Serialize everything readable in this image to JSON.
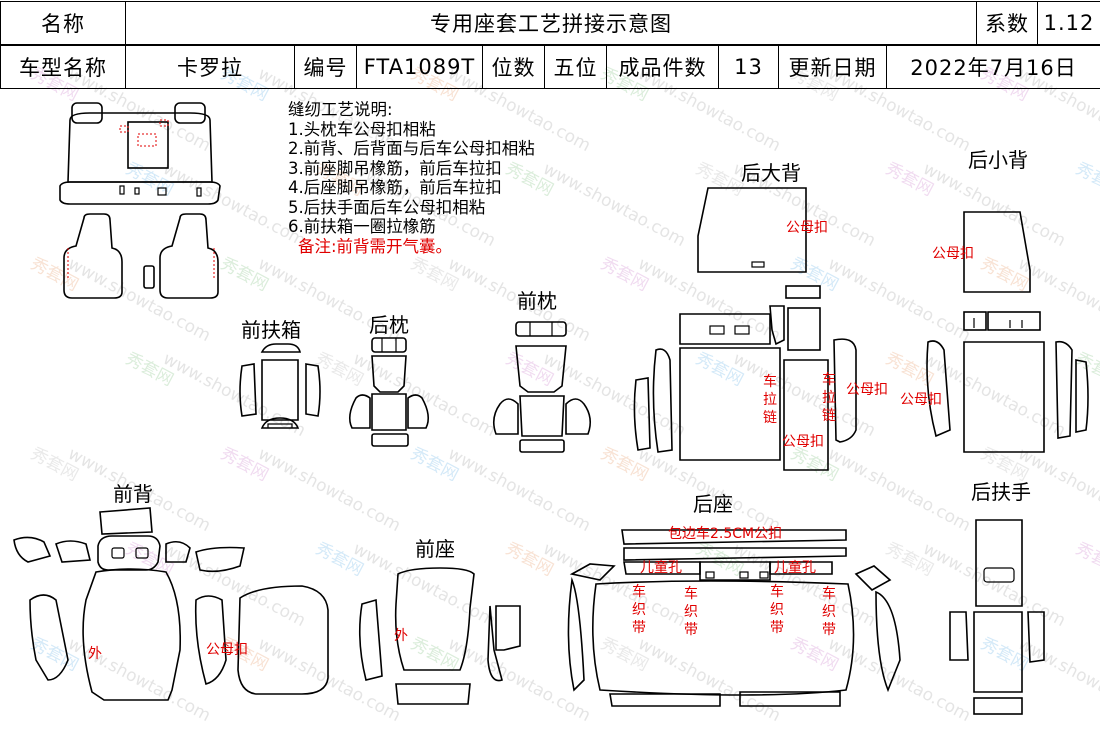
{
  "header": {
    "row1": {
      "name_label": "名称",
      "title": "专用座套工艺拼接示意图",
      "coef_label": "系数",
      "coef_value": "1.12"
    },
    "row2": {
      "model_label": "车型名称",
      "model_value": "卡罗拉",
      "code_label": "编号",
      "code_value": "FTA1089T",
      "seats_label": "位数",
      "seats_value": "五位",
      "pieces_label": "成品件数",
      "pieces_value": "13",
      "date_label": "更新日期",
      "date_value": "2022年7月16日"
    }
  },
  "notes": {
    "heading": "缝纫工艺说明:",
    "items": [
      "1.头枕车公母扣相粘",
      "2.前背、后背面与后车公母扣相粘",
      "3.前座脚吊橡筋，前后车拉扣",
      "4.后座脚吊橡筋，前后车拉扣",
      "5.后扶手面后车公母扣相粘",
      "6.前扶箱一圈拉橡筋"
    ],
    "remark": "备注:前背需开气囊。"
  },
  "sections": {
    "front_armrest_box": "前扶箱",
    "rear_headrest": "后枕",
    "front_headrest": "前枕",
    "rear_big_back": "后大背",
    "rear_small_back": "后小背",
    "front_back": "前背",
    "front_seat": "前座",
    "rear_seat": "后座",
    "rear_armrest": "后扶手"
  },
  "annotations": {
    "snap": "公母扣",
    "zip_chars": [
      "车",
      "拉",
      "链"
    ],
    "webbing_chars": [
      "车",
      "织",
      "带"
    ],
    "outside": "外",
    "binding": "包边车2.5CM公扣",
    "child_hole": "儿童孔"
  },
  "watermark": {
    "cn": "秀套网",
    "url": "www.showtao.com"
  }
}
